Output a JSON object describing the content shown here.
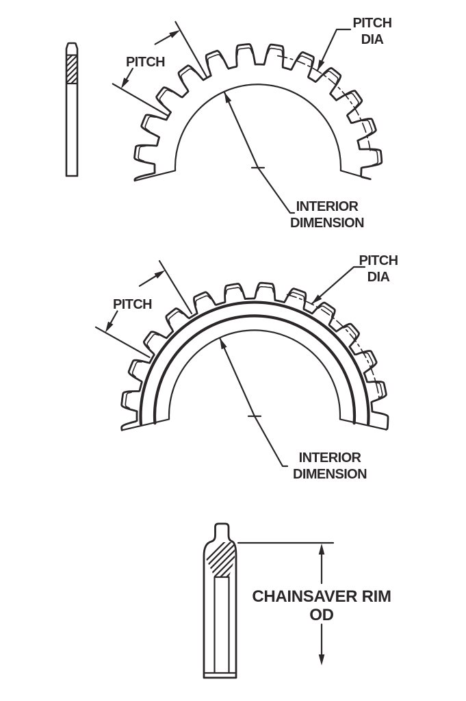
{
  "ink": "#2b2728",
  "background": "#ffffff",
  "figure_standard_sprocket": {
    "pitch_label": "PITCH",
    "pitch_dia_line1": "PITCH",
    "pitch_dia_line2": "DIA",
    "interior_line1": "INTERIOR",
    "interior_line2": "DIMENSION"
  },
  "figure_chainsaver_sprocket": {
    "pitch_label": "PITCH",
    "pitch_dia_line1": "PITCH",
    "pitch_dia_line2": "DIA",
    "interior_line1": "INTERIOR",
    "interior_line2": "DIMENSION"
  },
  "figure_rim_section": {
    "od_line1": "CHAINSAVER RIM",
    "od_line2": "OD"
  }
}
